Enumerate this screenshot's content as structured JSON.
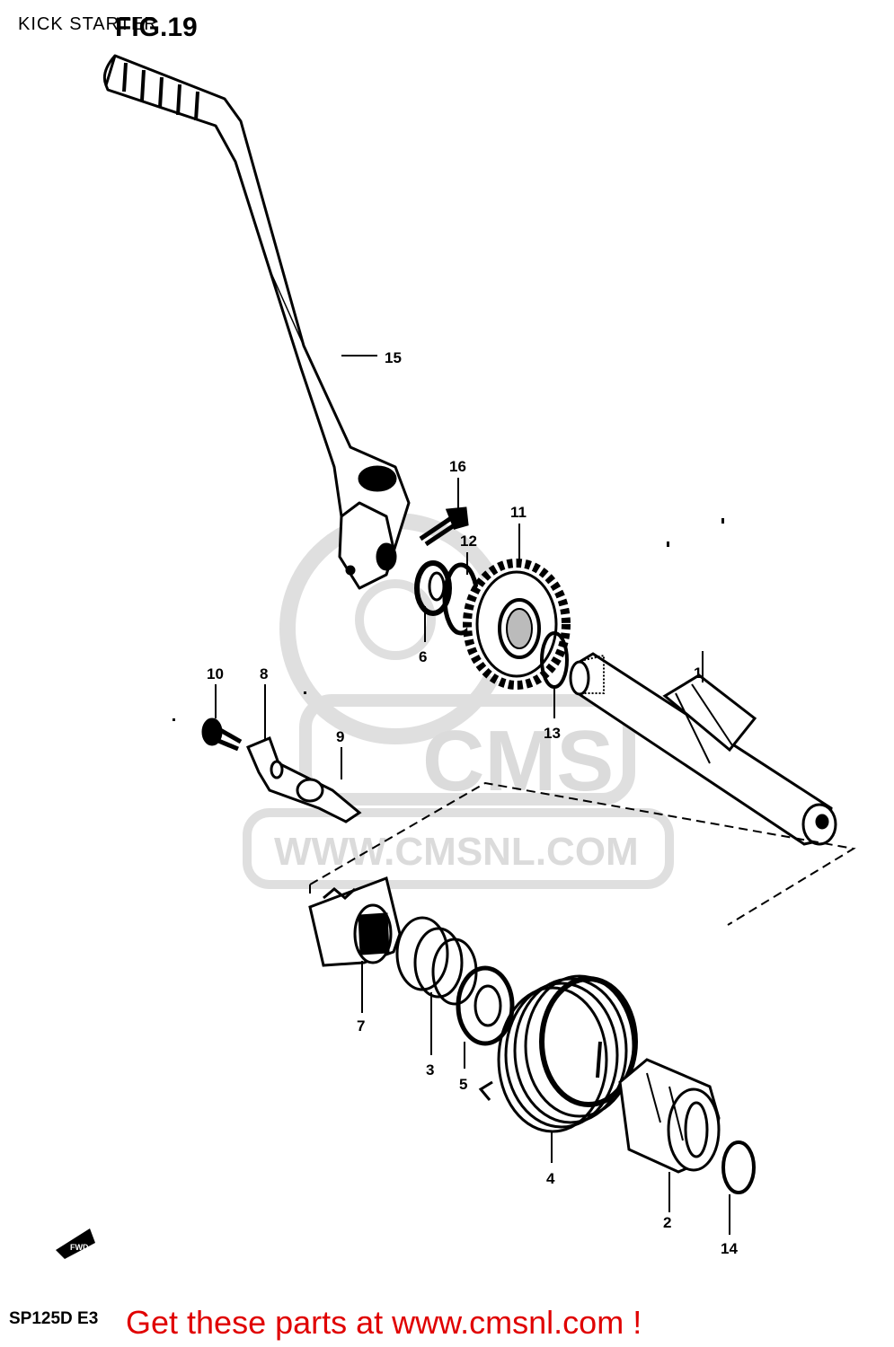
{
  "title": "KICK STARTER",
  "figure_label": "FIG.19",
  "model_code": "SP125D E3",
  "watermark": {
    "brand": "CMS",
    "url": "WWW.CMSNL.COM"
  },
  "fwd_label": "FWD",
  "call_to_action": "Get these parts at www.cmsnl.com !",
  "parts": [
    {
      "ref": "1"
    },
    {
      "ref": "2"
    },
    {
      "ref": "3"
    },
    {
      "ref": "4"
    },
    {
      "ref": "5"
    },
    {
      "ref": "6"
    },
    {
      "ref": "7"
    },
    {
      "ref": "8"
    },
    {
      "ref": "9"
    },
    {
      "ref": "10"
    },
    {
      "ref": "11"
    },
    {
      "ref": "12"
    },
    {
      "ref": "13"
    },
    {
      "ref": "14"
    },
    {
      "ref": "15"
    },
    {
      "ref": "16"
    }
  ],
  "colors": {
    "line": "#000000",
    "watermark": "#d8d8d8",
    "cta": "#e00000"
  }
}
